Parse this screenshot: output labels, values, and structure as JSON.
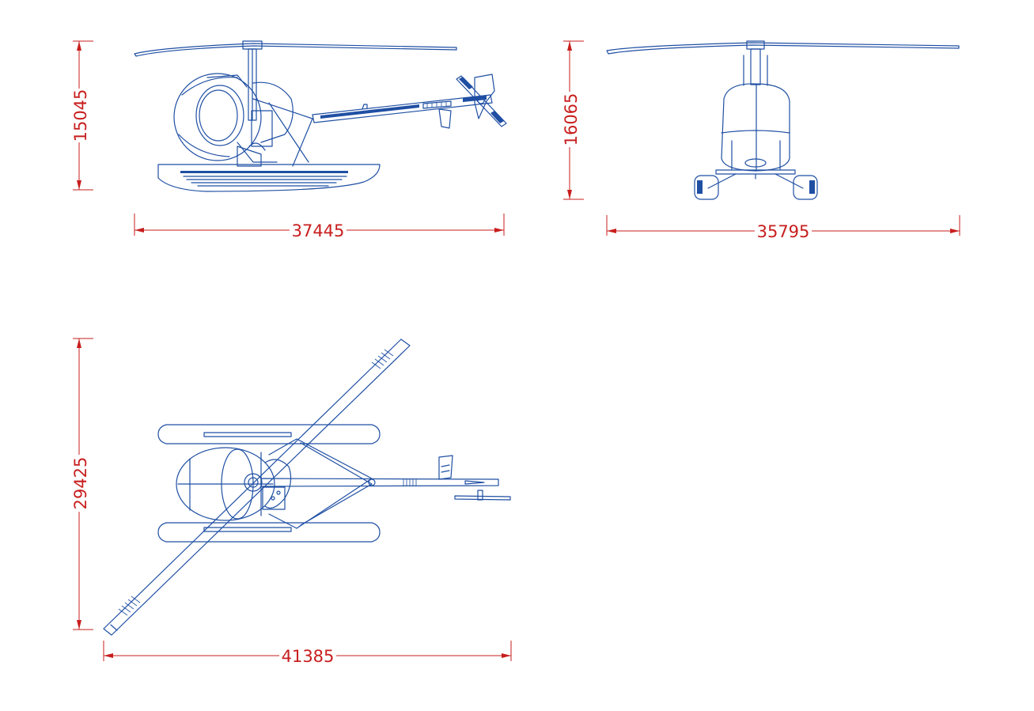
{
  "colors": {
    "linework": "#1f4fa3",
    "dimension": "#c81e1e",
    "background": "#ffffff"
  },
  "views": {
    "side": {
      "height_dimension": "15045",
      "length_dimension": "37445"
    },
    "front": {
      "height_dimension": "16065",
      "width_dimension": "35795"
    },
    "top": {
      "width_dimension": "29425",
      "length_dimension": "41385"
    }
  }
}
